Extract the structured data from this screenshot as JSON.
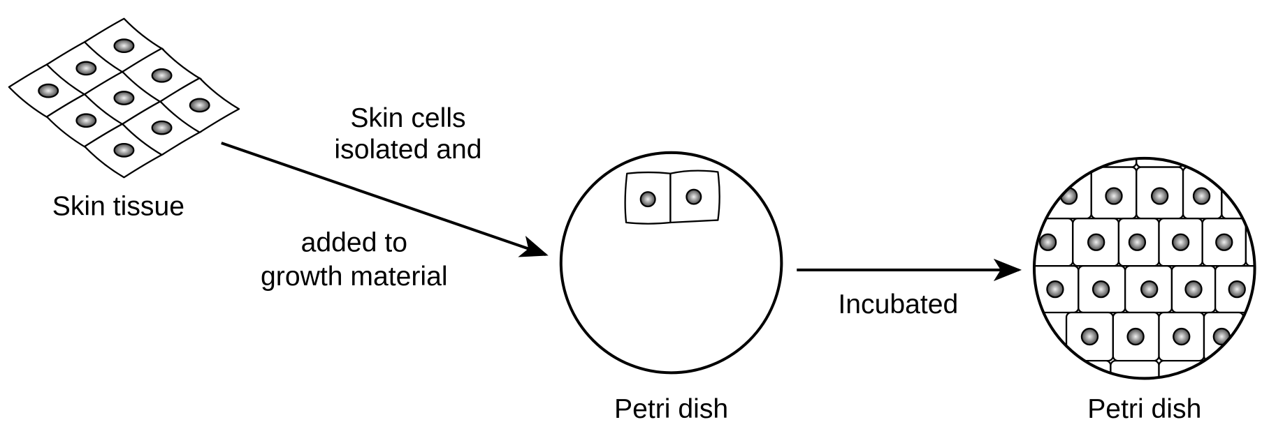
{
  "labels": {
    "skin_tissue": "Skin tissue",
    "step1_line1": "Skin cells",
    "step1_line2": "isolated and",
    "step1_line3": "added to",
    "step1_line4": "growth material",
    "petri_dish_1": "Petri dish",
    "step2": "Incubated",
    "petri_dish_2": "Petri dish"
  },
  "colors": {
    "stroke": "#000000",
    "nucleus_dark": "#3a3a3a",
    "nucleus_light": "#f0f0f0"
  }
}
